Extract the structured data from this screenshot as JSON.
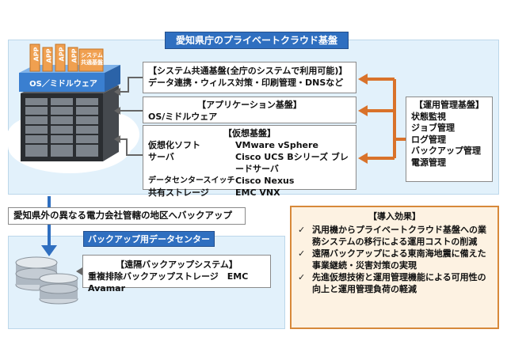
{
  "main_title": "愛知県庁のプライベートクラウド基盤",
  "app_labels": [
    "APP",
    "APP",
    "APP",
    "APP"
  ],
  "os_bar_label": "OS／ミドルウェア",
  "sys_side_label": "システム共通基盤",
  "system_base": {
    "heading": "【システム共通基盤(全庁のシステムで利用可能)】",
    "line": "データ連携・ウィルス対策・印刷管理・DNSなど"
  },
  "app_base": {
    "heading": "【アプリケーション基盤】",
    "line": "OS/ミドルウェア"
  },
  "virtual_base": {
    "heading": "【仮想基盤】",
    "rows": [
      {
        "k": "仮想化ソフト",
        "v": "VMware vSphere"
      },
      {
        "k": "サーバ",
        "v": "Cisco UCS Bシリーズ ブレードサーバ"
      },
      {
        "k": "データセンタースイッチ",
        "v": "Cisco Nexus"
      },
      {
        "k": "共有ストレージ",
        "v": "EMC VNX"
      }
    ]
  },
  "ops_base": {
    "heading": "【運用管理基盤】",
    "items": [
      "状態監視",
      "ジョブ管理",
      "ログ管理",
      "バックアップ管理",
      "電源管理"
    ]
  },
  "backup_text": "愛知県外の異なる電力会社管轄の地区へバックアップ",
  "dc_title": "バックアップ用データセンター",
  "remote": {
    "heading": "【遠隔バックアップシステム】",
    "line": "重複排除バックアップストレージ　EMC Avamar"
  },
  "effects": {
    "heading": "【導入効果】",
    "items": [
      "汎用機からプライベートクラウド基盤への業務システムの移行による運用コストの削減",
      "遠隔バックアップによる東南海地震に備えた事業継続・災害対策の実現",
      "先進仮想技術と運用管理機能による可用性の向上と運用管理負荷の軽減"
    ]
  },
  "colors": {
    "title_blue": "#2f6fc0",
    "arrow_orange": "#d9722a",
    "arrow_blue": "#2f6fc0",
    "effect_border": "#d7893a"
  }
}
